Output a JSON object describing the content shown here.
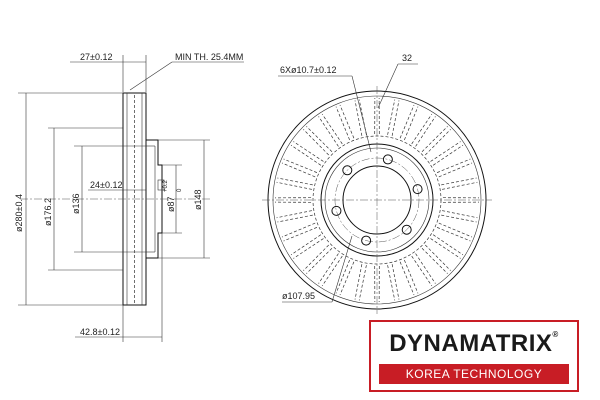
{
  "side_view": {
    "dim_top_width": "27±0.12",
    "dim_min_thickness": "MIN TH. 25.4MM",
    "dim_outer_diameter": "ø280±0.4",
    "dim_diameter_176": "ø176.2",
    "dim_diameter_136": "ø136",
    "dim_offset": "24±0.12",
    "dim_bore": "ø87",
    "dim_bore_tol_upper": "+0.2",
    "dim_bore_tol_lower": "0",
    "dim_diameter_148": "ø148",
    "dim_total_height": "42.8±0.12"
  },
  "front_view": {
    "dim_holes": "6Xø10.7±0.12",
    "dim_vanes": "32",
    "dim_pcd": "ø107.95"
  },
  "brand": {
    "name": "DYNAMATRIX",
    "registered": "®",
    "tagline": "KOREA TECHNOLOGY",
    "accent_color": "#c81d25"
  }
}
